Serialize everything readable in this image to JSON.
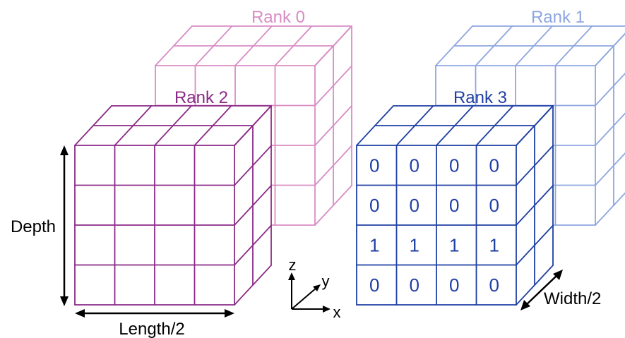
{
  "colors": {
    "rank0": "#d98cc4",
    "rank1": "#8ea6e0",
    "rank2": "#8b2a86",
    "rank3": "#1f3fa3",
    "arrows": "#000000"
  },
  "cubes": [
    {
      "id": "rank0",
      "title": "Rank 0"
    },
    {
      "id": "rank1",
      "title": "Rank 1"
    },
    {
      "id": "rank2",
      "title": "Rank 2"
    },
    {
      "id": "rank3",
      "title": "Rank 3"
    }
  ],
  "rank3_values": [
    [
      "0",
      "0",
      "0",
      "0"
    ],
    [
      "0",
      "0",
      "0",
      "0"
    ],
    [
      "1",
      "1",
      "1",
      "1"
    ],
    [
      "0",
      "0",
      "0",
      "0"
    ]
  ],
  "dimensions": {
    "depth_label": "Depth",
    "length_label": "Length/2",
    "width_label": "Width/2"
  },
  "axes": {
    "z": "z",
    "y": "y",
    "x": "x"
  }
}
